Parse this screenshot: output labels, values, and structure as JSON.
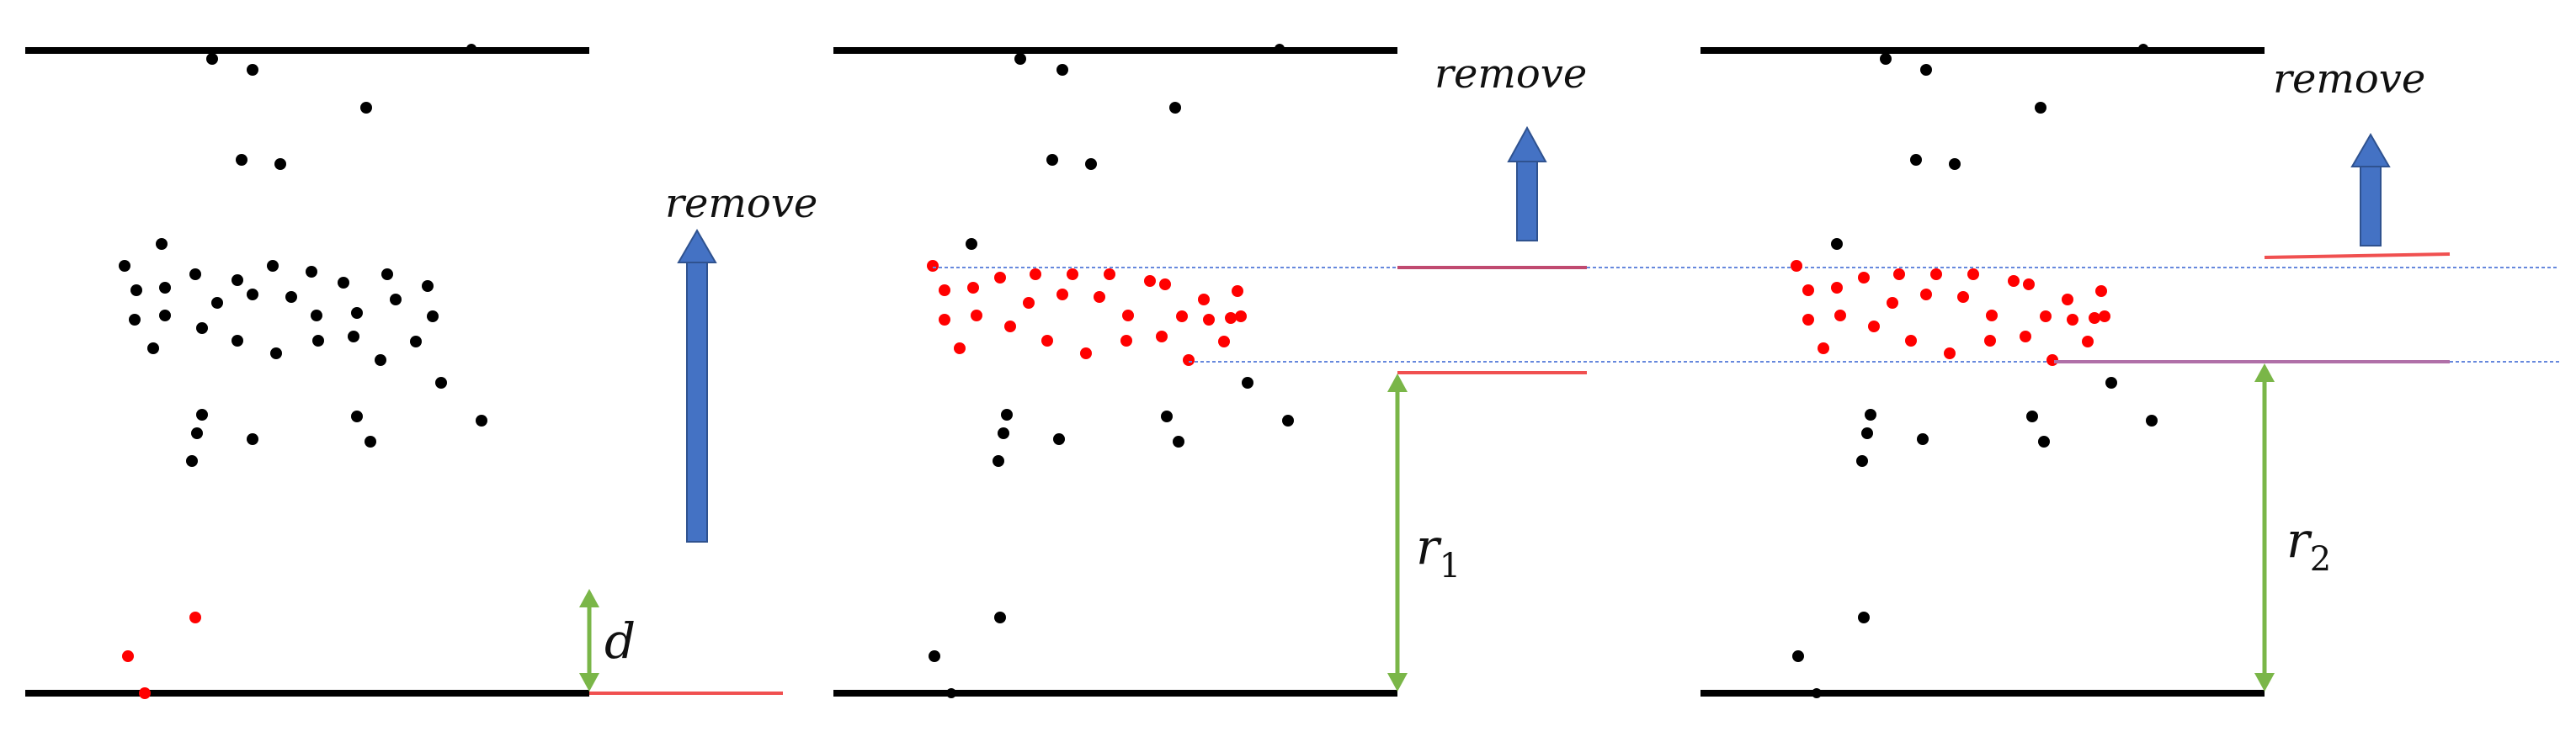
{
  "labels": {
    "remove": "remove",
    "d": "d",
    "r": "r",
    "sub_1": "1",
    "sub_2": "2"
  },
  "colors": {
    "electrode": "#000000",
    "particle": "#000000",
    "removed_particle": "#ff0000",
    "red_line": "#f05050",
    "blue_dotted": "#6688dd",
    "green_arrow": "#7ab648",
    "blue_arrow": "#4472c4",
    "blue_arrow_outline": "#2f528f"
  },
  "icons": {
    "arrow": "block-arrow-up",
    "dimension": "double-headed-arrow"
  }
}
